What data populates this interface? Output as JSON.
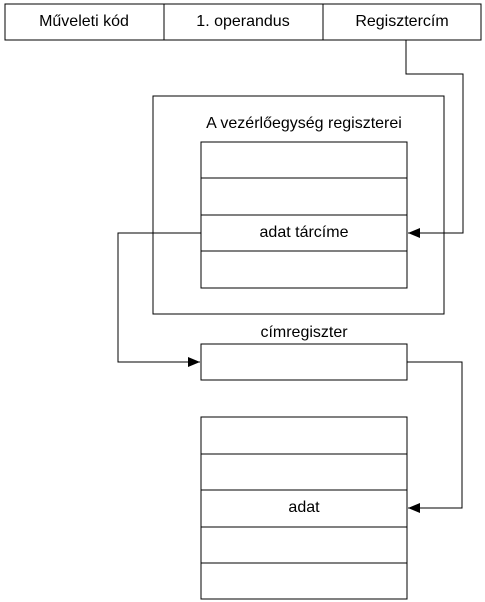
{
  "instruction_format": {
    "fields": [
      {
        "label": "Műveleti kód"
      },
      {
        "label": "1. operandus"
      },
      {
        "label": "Regisztercím"
      }
    ]
  },
  "control_unit": {
    "title": "A vezérlőegység regiszterei",
    "registers": [
      {
        "label": ""
      },
      {
        "label": ""
      },
      {
        "label": "adat tárcíme"
      },
      {
        "label": ""
      }
    ]
  },
  "address_register": {
    "label": "címregiszter",
    "value": ""
  },
  "memory": {
    "cells": [
      {
        "label": ""
      },
      {
        "label": ""
      },
      {
        "label": "adat"
      },
      {
        "label": ""
      },
      {
        "label": ""
      }
    ]
  },
  "colors": {
    "line": "#000000",
    "background": "#ffffff"
  }
}
